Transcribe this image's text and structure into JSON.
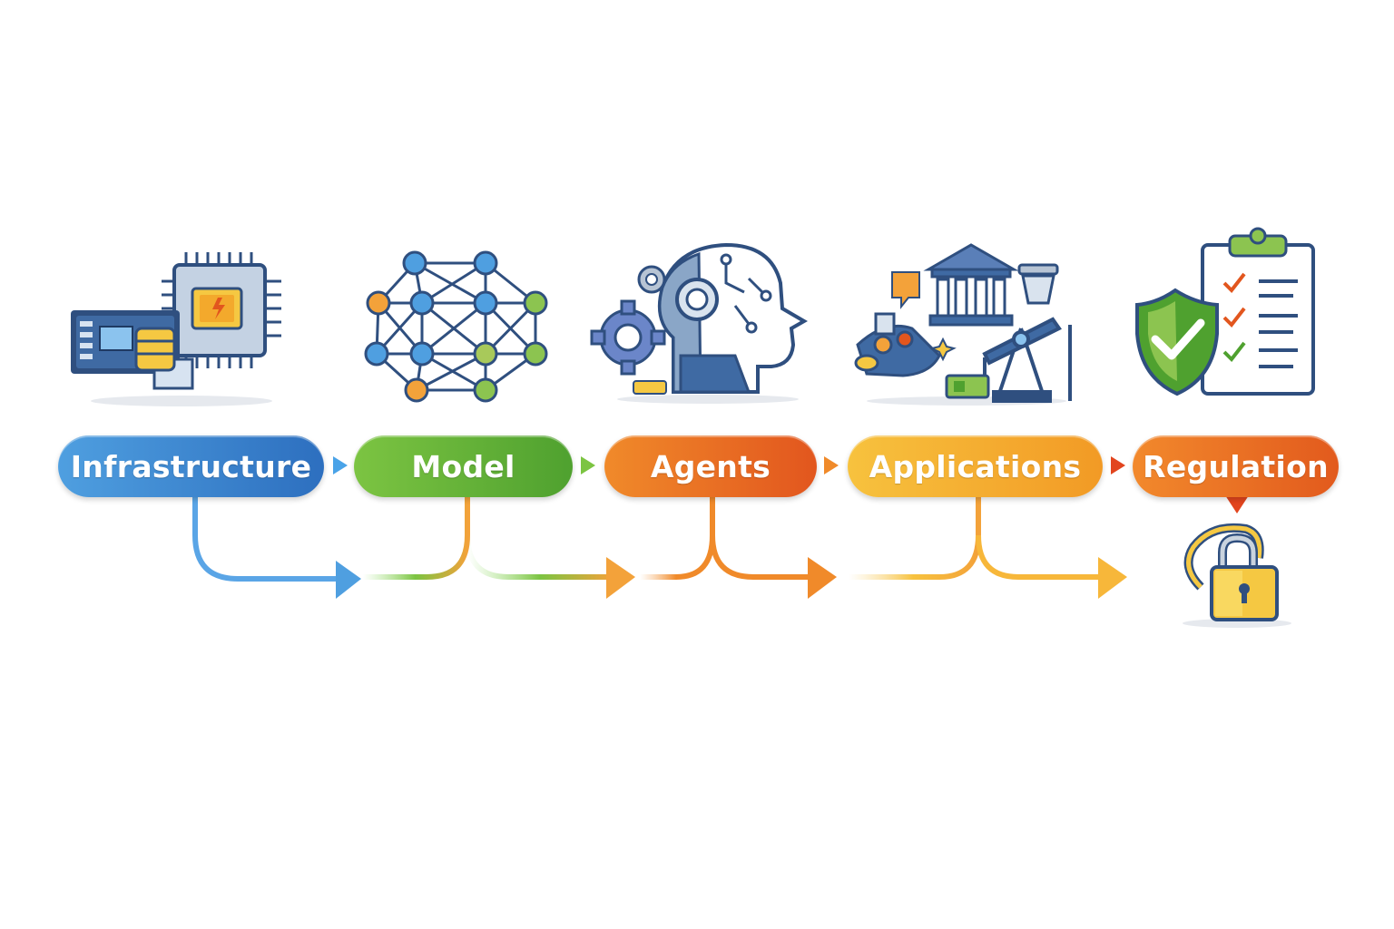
{
  "stages": [
    {
      "label": "Infrastructure",
      "icon": "chip-server-icon",
      "color_start": "#4f9fe0",
      "color_end": "#2d6fbf"
    },
    {
      "label": "Model",
      "icon": "neural-network-icon",
      "color_start": "#7cc442",
      "color_end": "#4fa12f"
    },
    {
      "label": "Agents",
      "icon": "ai-head-gears-icon",
      "color_start": "#f08a2a",
      "color_end": "#e2561e"
    },
    {
      "label": "Applications",
      "icon": "industry-applications-icon",
      "color_start": "#f7c23e",
      "color_end": "#f29a25"
    },
    {
      "label": "Regulation",
      "icon": "shield-checklist-icon",
      "color_start": "#f2892c",
      "color_end": "#e25a1d"
    }
  ],
  "extra_icon": "padlock-icon"
}
